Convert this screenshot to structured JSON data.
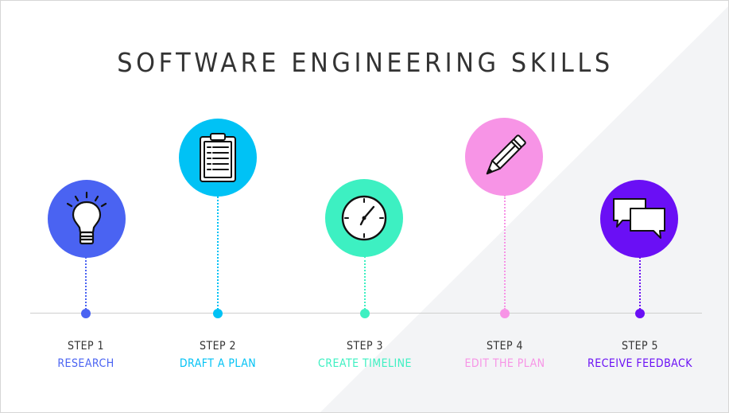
{
  "title": "SOFTWARE ENGINEERING SKILLS",
  "steps": [
    {
      "step": "STEP 1",
      "label": "RESEARCH",
      "color": "#4a63f2",
      "icon": "lightbulb-icon"
    },
    {
      "step": "STEP 2",
      "label": "DRAFT A PLAN",
      "color": "#00c2f5",
      "icon": "clipboard-icon"
    },
    {
      "step": "STEP 3",
      "label": "CREATE TIMELINE",
      "color": "#3df0c2",
      "icon": "clock-icon"
    },
    {
      "step": "STEP 4",
      "label": "EDIT THE PLAN",
      "color": "#f794e6",
      "icon": "pencil-icon"
    },
    {
      "step": "STEP 5",
      "label": "RECEIVE FEEDBACK",
      "color": "#6a0ff5",
      "icon": "chat-bubbles-icon"
    }
  ],
  "background_accent": "#f3f4f6"
}
